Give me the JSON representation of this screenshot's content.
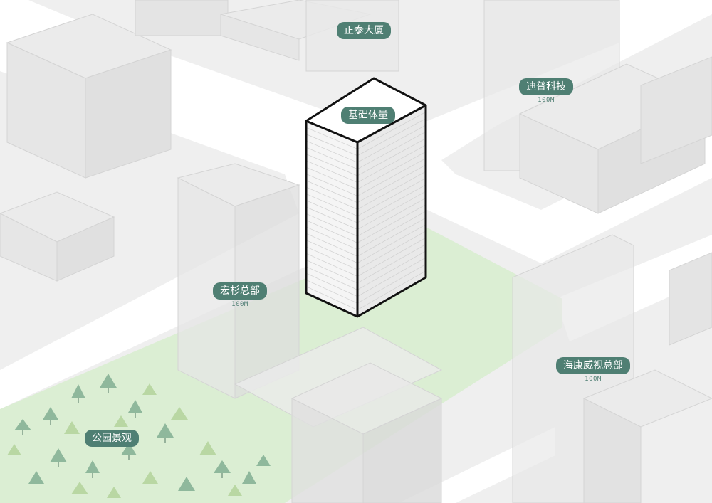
{
  "labels": {
    "zhengtai": {
      "name": "正泰大厦"
    },
    "dipu": {
      "name": "迪普科技",
      "height": "100M"
    },
    "jichu": {
      "name": "基础体量"
    },
    "hongshan": {
      "name": "宏杉总部",
      "height": "100M"
    },
    "haikang": {
      "name": "海康威视总部",
      "height": "100M"
    },
    "park": {
      "name": "公园景观"
    }
  },
  "colors": {
    "label_bg": "#4f7f73",
    "ground": "#efefef",
    "road": "#ffffff",
    "park_green": "#cfe8c4",
    "tower_outline": "#111111"
  }
}
